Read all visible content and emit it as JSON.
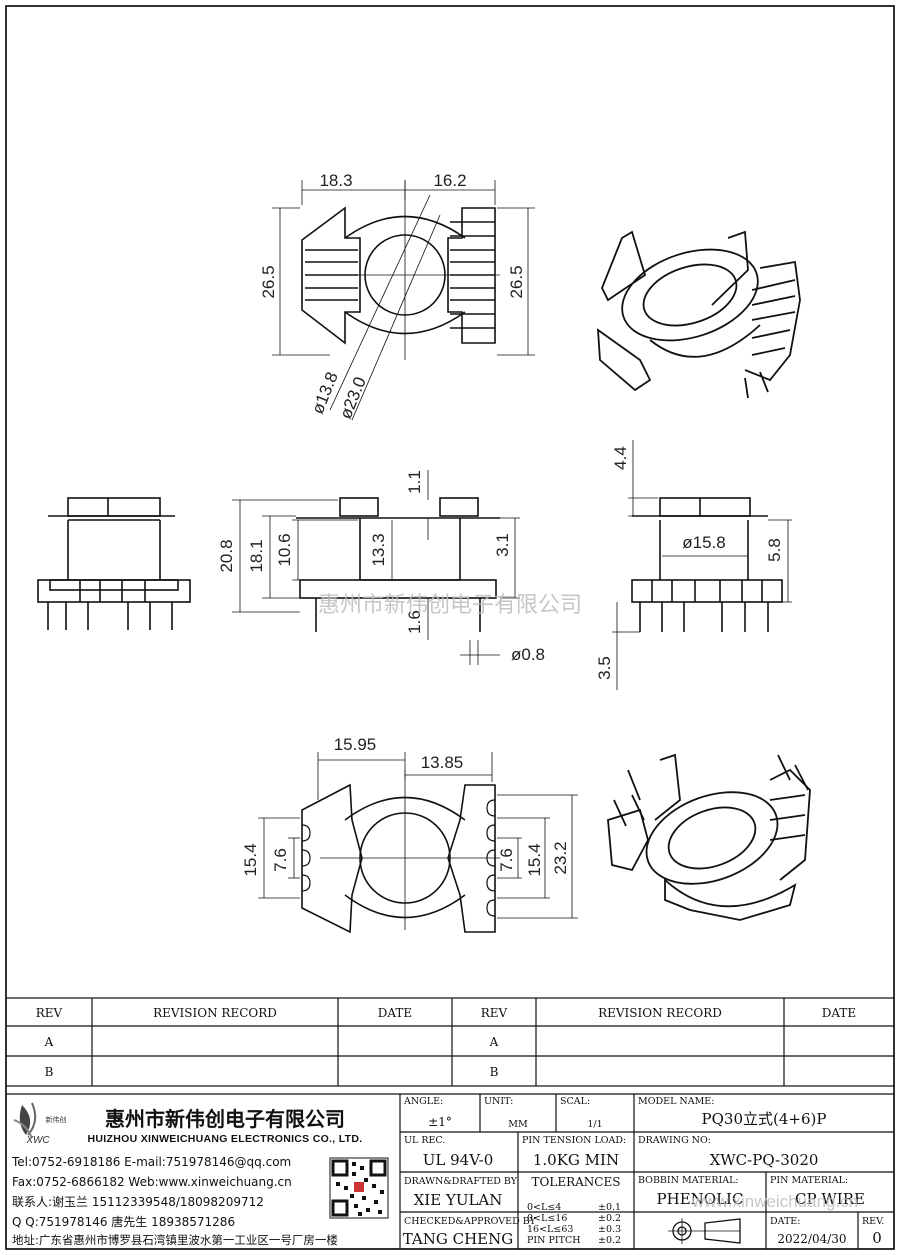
{
  "drawing": {
    "top_view": {
      "width_left": "18.3",
      "width_right": "16.2",
      "height_left": "26.5",
      "height_right": "26.5",
      "inner_dia": "ø13.8",
      "outer_dia": "ø23.0"
    },
    "front_view": {
      "overall_height": "20.8",
      "body_height": "18.1",
      "window_height": "10.6",
      "core_height": "13.3",
      "top_flange": "1.1",
      "bottom_flange": "3.1",
      "base_gap": "1.6",
      "pin_dia": "ø0.8"
    },
    "side_view": {
      "top_offset": "4.4",
      "bore_dia": "ø15.8",
      "flange_height": "5.8",
      "pin_length": "3.5"
    },
    "bottom_view": {
      "width_left": "15.95",
      "width_right": "13.85",
      "left_outer": "15.4",
      "left_inner": "7.6",
      "right_inner": "7.6",
      "right_outer": "15.4",
      "overall": "23.2"
    },
    "watermark": "惠州市新伟创电子有限公司"
  },
  "revision_table": {
    "headers": [
      "REV",
      "REVISION RECORD",
      "DATE",
      "REV",
      "REVISION RECORD",
      "DATE"
    ],
    "rows": [
      [
        "A",
        "",
        "",
        "A",
        "",
        ""
      ],
      [
        "B",
        "",
        "",
        "B",
        "",
        ""
      ]
    ]
  },
  "company": {
    "logo_text": "XWC",
    "logo_small": "新伟创",
    "name_cn": "惠州市新伟创电子有限公司",
    "name_en": "HUIZHOU XINWEICHUANG ELECTRONICS CO., LTD.",
    "tel": "Tel:0752-6918186 E-mail:751978146@qq.com",
    "fax": "Fax:0752-6866182 Web:www.xinweichuang.cn",
    "contact": "联系人:谢玉兰 15112339548/18098209712",
    "qq": "Q Q:751978146    唐先生 18938571286",
    "address": "地址:广东省惠州市博罗县石湾镇里波水第一工业区一号厂房一楼"
  },
  "title_block": {
    "angle_label": "ANGLE:",
    "angle_value": "±1°",
    "unit_label": "UNIT:",
    "unit_value": "MM",
    "scale_label": "SCAL:",
    "scale_value": "1/1",
    "model_label": "MODEL NAME:",
    "model_value": "PQ30立式(4+6)P",
    "ul_label": "UL REC.",
    "ul_value": "UL 94V-0",
    "pin_tension_label": "PIN TENSION LOAD:",
    "pin_tension_value": "1.0KG MIN",
    "drawing_no_label": "DRAWING NO:",
    "drawing_no_value": "XWC-PQ-3020",
    "drawn_label": "DRAWN&DRAFTED BY",
    "drawn_value": "XIE YULAN",
    "tolerances_label": "TOLERANCES",
    "tol_rows": [
      [
        "0<L≤4",
        "±0.1"
      ],
      [
        "0<L≤16",
        "±0.2"
      ],
      [
        "16<L≤63",
        "±0.3"
      ],
      [
        "PIN PITCH",
        "±0.2"
      ]
    ],
    "bobbin_label": "BOBBIN MATERIAL:",
    "bobbin_value": "PHENOLIC",
    "pin_mat_label": "PIN MATERIAL:",
    "pin_mat_value": "CP WIRE",
    "checked_label": "CHECKED&APPROVED BY",
    "checked_value": "TANG CHENG",
    "date_label": "DATE:",
    "date_value": "2022/04/30",
    "rev_label": "REV.",
    "rev_value": "0",
    "watermark_url": "www.xinweichuang.cn"
  }
}
